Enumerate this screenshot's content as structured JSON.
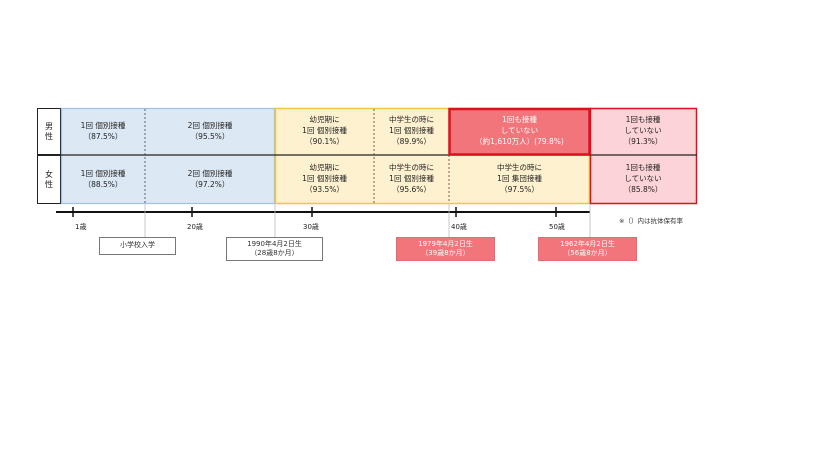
{
  "rows": [
    {
      "label": "男\n性",
      "cells": [
        {
          "text": "1回 個別接種\n（87.5%）",
          "color": "blue"
        },
        {
          "text": "2回 個別接種\n（95.5%）",
          "color": "blue"
        },
        {
          "text": "幼児期に\n1回 個別接種\n（90.1%）",
          "color": "yellow"
        },
        {
          "text": "中学生の時に\n1回 個別接種\n（89.9%）",
          "color": "yellow"
        },
        {
          "text": "1回も接種\nしていない\n（約1,610万人）(79.8%)",
          "color": "red"
        },
        {
          "text": "1回も接種\nしていない\n（91.3%）",
          "color": "pink"
        }
      ]
    },
    {
      "label": "女\n性",
      "cells": [
        {
          "text": "1回 個別接種\n（88.5%）",
          "color": "blue"
        },
        {
          "text": "2回 個別接種\n（97.2%）",
          "color": "blue"
        },
        {
          "text": "幼児期に\n1回 個別接種\n（93.5%）",
          "color": "yellow"
        },
        {
          "text": "中学生の時に\n1回 個別接種\n（95.6%）",
          "color": "yellow"
        },
        {
          "text": "中学生の時に\n1回 集団接種\n（97.5%）",
          "color": "yellow"
        },
        {
          "text": "1回も接種\nしていない\n（85.8%）",
          "color": "pink"
        }
      ]
    }
  ],
  "axis": {
    "ticks": [
      "1歳",
      "20歳",
      "30歳",
      "40歳",
      "50歳"
    ],
    "note": "※（）内は抗体保有率"
  },
  "milestones": [
    {
      "text": "小学校入学",
      "style": "plain"
    },
    {
      "text": "1990年4月2日生\n（28歳8か月）",
      "style": "plain"
    },
    {
      "text": "1979年4月2日生\n（39歳8か月）",
      "style": "red"
    },
    {
      "text": "1962年4月2日生\n（56歳8か月）",
      "style": "red"
    }
  ],
  "colors": {
    "blue_fill": "#dde8f5",
    "blue_border": "#9cc3e6",
    "yellow_fill": "#fdf1cf",
    "yellow_border": "#f5c441",
    "pink_fill": "#fcd3d7",
    "red_fill": "#f1757a",
    "red_border": "#e00f1d"
  }
}
